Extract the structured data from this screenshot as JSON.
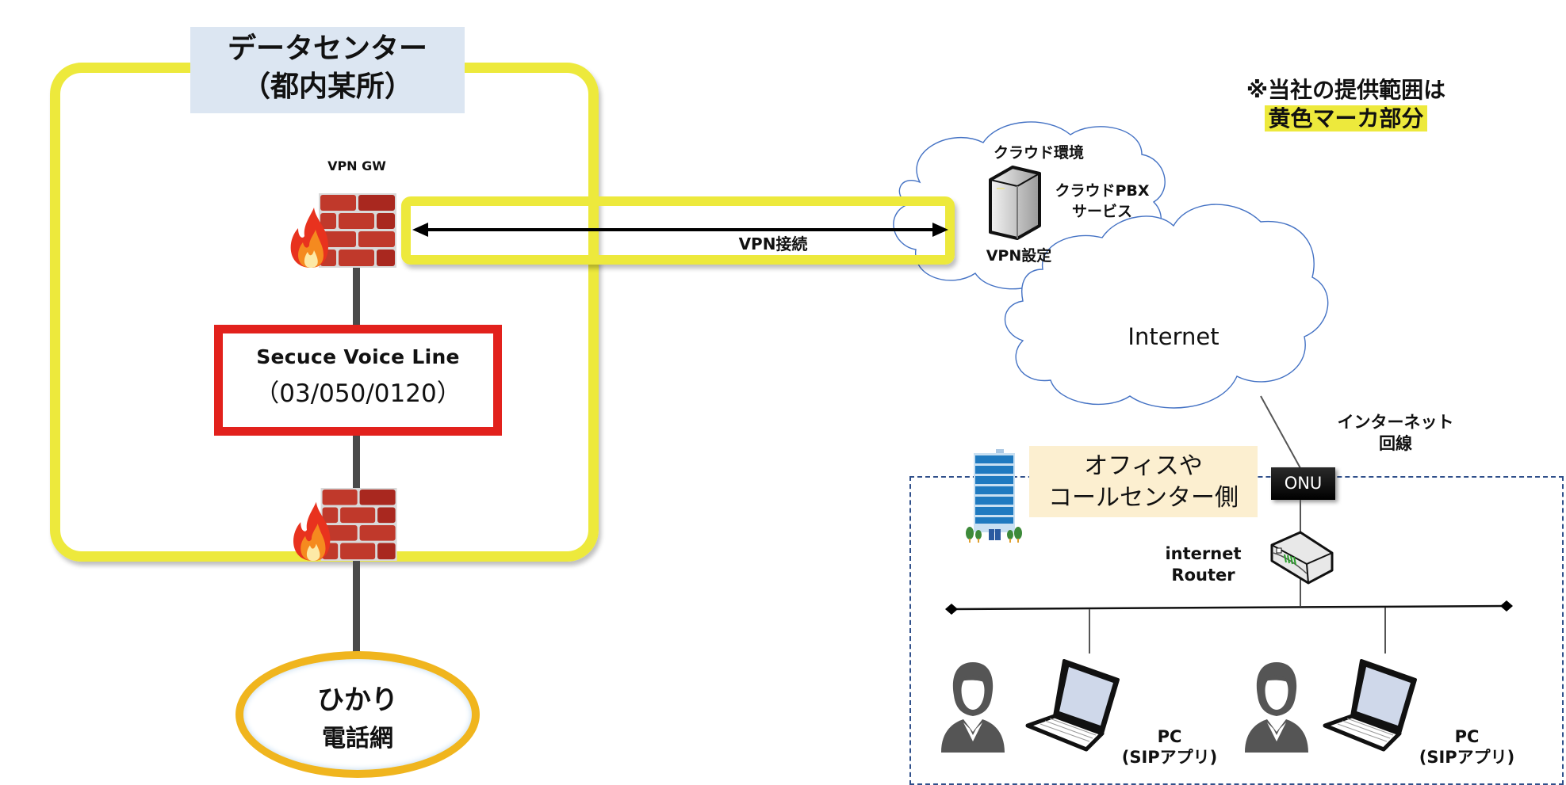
{
  "datacenter": {
    "title_line1": "データセンター",
    "title_line2": "（都内某所）",
    "frame_color": "#ede93c",
    "vpn_gw_label": "VPN GW",
    "service_box": {
      "title": "Secuce Voice Line",
      "numbers": "（03/050/0120）",
      "border_color": "#e2211c"
    },
    "phone_network": {
      "line1": "ひかり",
      "line2": "電話網",
      "border_color": "#f0b51e"
    }
  },
  "vpn_link": {
    "label": "VPN接続",
    "highlight_color": "#ede93c"
  },
  "cloud": {
    "env_label": "クラウド環境",
    "service_line1": "クラウドPBX",
    "service_line2": "サービス",
    "vpn_setting_label": "VPN設定",
    "outline_color": "#4472c4"
  },
  "internet": {
    "label": "Internet",
    "line_label_1": "インターネット",
    "line_label_2": "回線"
  },
  "note": {
    "line1": "※当社の提供範囲は",
    "line2": "黄色マーカ部分",
    "highlight_color": "#ede93c"
  },
  "office": {
    "label_line1": "オフィスや",
    "label_line2": "コールセンター側",
    "onu_label": "ONU",
    "router_label_1": "internet",
    "router_label_2": "Router",
    "dashed_color": "#2f4f8a",
    "terminals": [
      {
        "pc_label_1": "PC",
        "pc_label_2": "(SIPアプリ)"
      },
      {
        "pc_label_1": "PC",
        "pc_label_2": "(SIPアプリ)"
      }
    ]
  }
}
